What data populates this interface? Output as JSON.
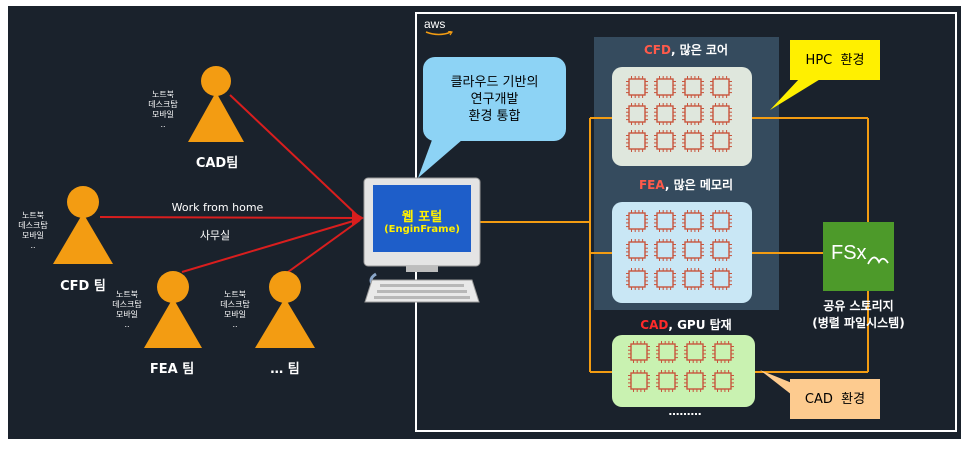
{
  "colors": {
    "background": "#1a222c",
    "person": "#f39c12",
    "red_line": "#d91e1e",
    "orange_line": "#f39c12",
    "hpc_panel": "#354b5e",
    "cfd_box": "#dfe7dd",
    "fea_box": "#c9e7f5",
    "cad_box": "#c9f2b1",
    "chip": "#c8553d",
    "callout_blue": "#8dd3f5",
    "callout_yellow": "#fff000",
    "callout_orange": "#fdcb8f",
    "fsx": "#4d9a2a",
    "cfd_label": "#ff5a4a",
    "cad_label": "#ff2a2a"
  },
  "aws_logo": "aws",
  "users": {
    "devices_text": [
      "노트북",
      "데스크탑",
      "모바일",
      ".."
    ],
    "cad_team": "CAD팀",
    "cfd_team": "CFD 팀",
    "fea_team": "FEA 팀",
    "other_team": "… 팀"
  },
  "connections": {
    "work_from_home": "Work from home",
    "office": "사무실"
  },
  "callout_cloud": {
    "line1": "클라우드 기반의",
    "line2": "연구개발",
    "line3": "환경 통합"
  },
  "portal": {
    "title": "웹 포털",
    "subtitle": "(EnginFrame)"
  },
  "clusters": {
    "cfd_prefix": "CFD",
    "cfd_suffix": ", 많은 코어",
    "fea_prefix": "FEA",
    "fea_suffix": ", 많은 메모리",
    "cad_prefix": "CAD",
    "cad_suffix": ", GPU 탑재",
    "more": "………"
  },
  "hpc_callout": "HPC  환경",
  "cad_callout": "CAD  환경",
  "storage": {
    "logo": "FSx",
    "line1": "공유 스토리지",
    "line2": "(병렬 파일시스템)"
  }
}
